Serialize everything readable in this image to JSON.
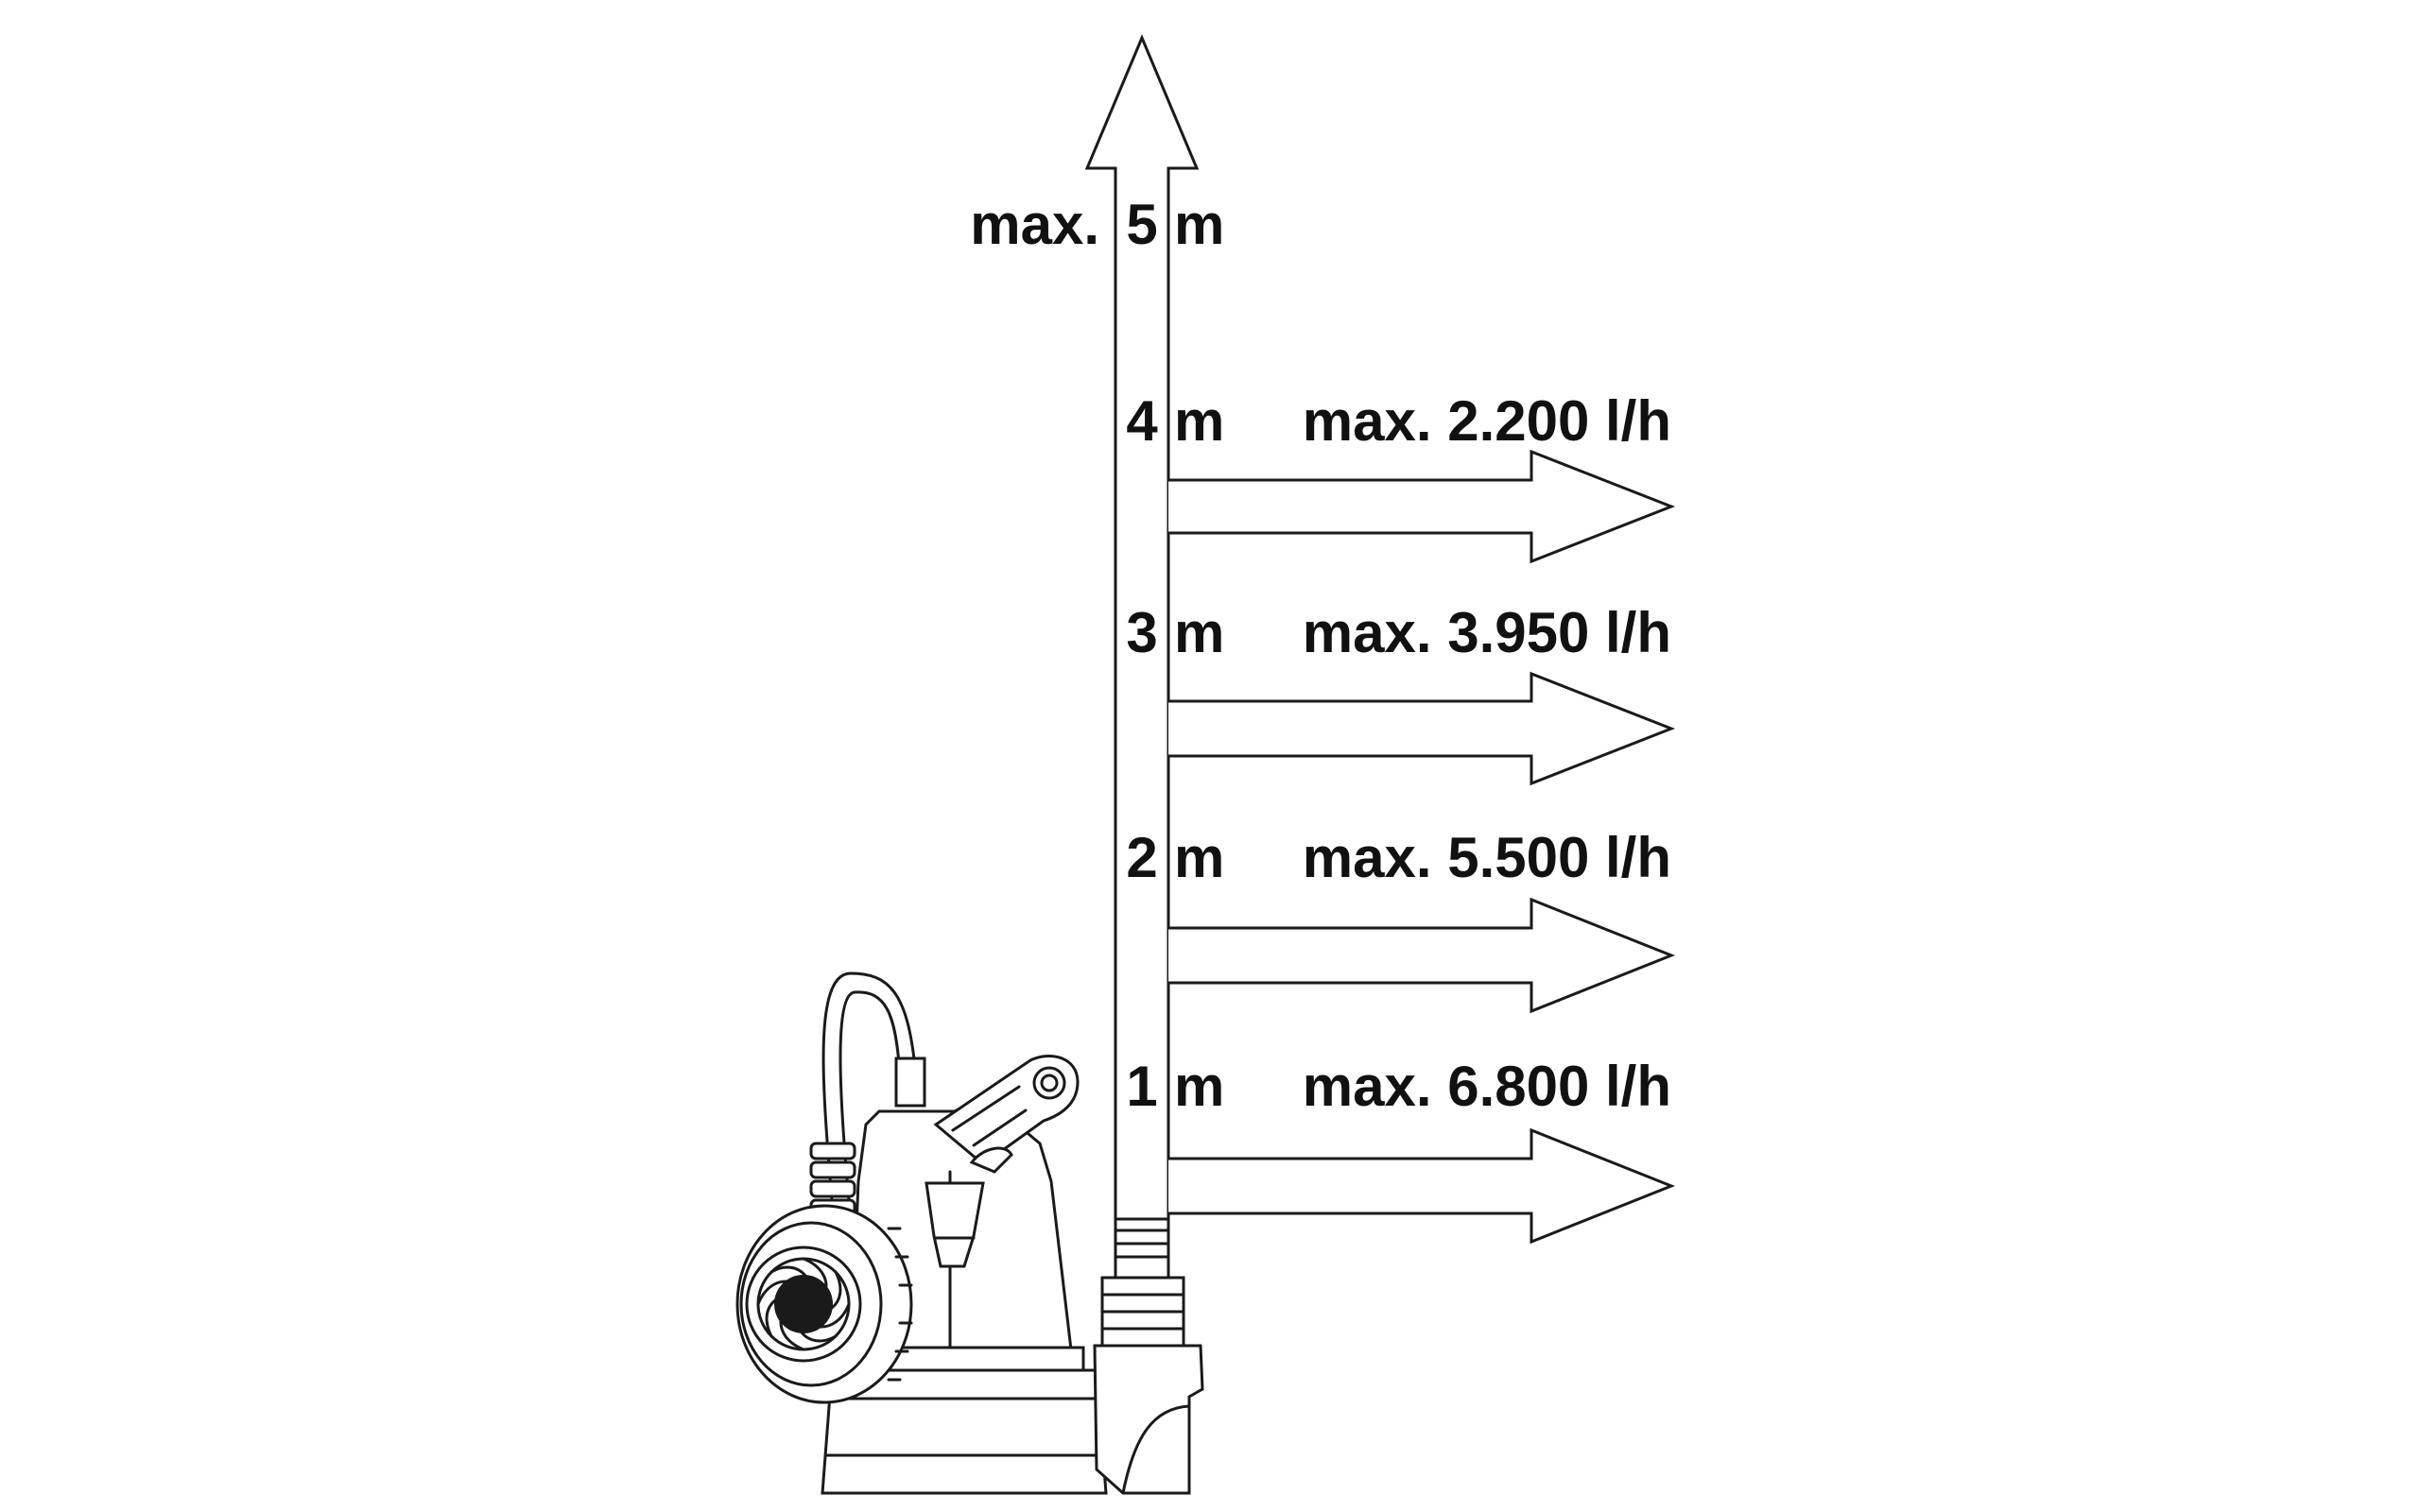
{
  "diagram": {
    "vertical_label": {
      "prefix": "max.",
      "value": "5",
      "unit": "m"
    },
    "levels": [
      {
        "height": "4",
        "unit": "m",
        "flow": "max. 2.200 l/h"
      },
      {
        "height": "3",
        "unit": "m",
        "flow": "max. 3.950 l/h"
      },
      {
        "height": "2",
        "unit": "m",
        "flow": "max. 5.500 l/h"
      },
      {
        "height": "1",
        "unit": "m",
        "flow": "max. 6.800 l/h"
      }
    ],
    "colors": {
      "line": "#1a1a1a",
      "text": "#111111",
      "background": "#ffffff"
    },
    "device_icon": "submersible-pump-icon"
  }
}
